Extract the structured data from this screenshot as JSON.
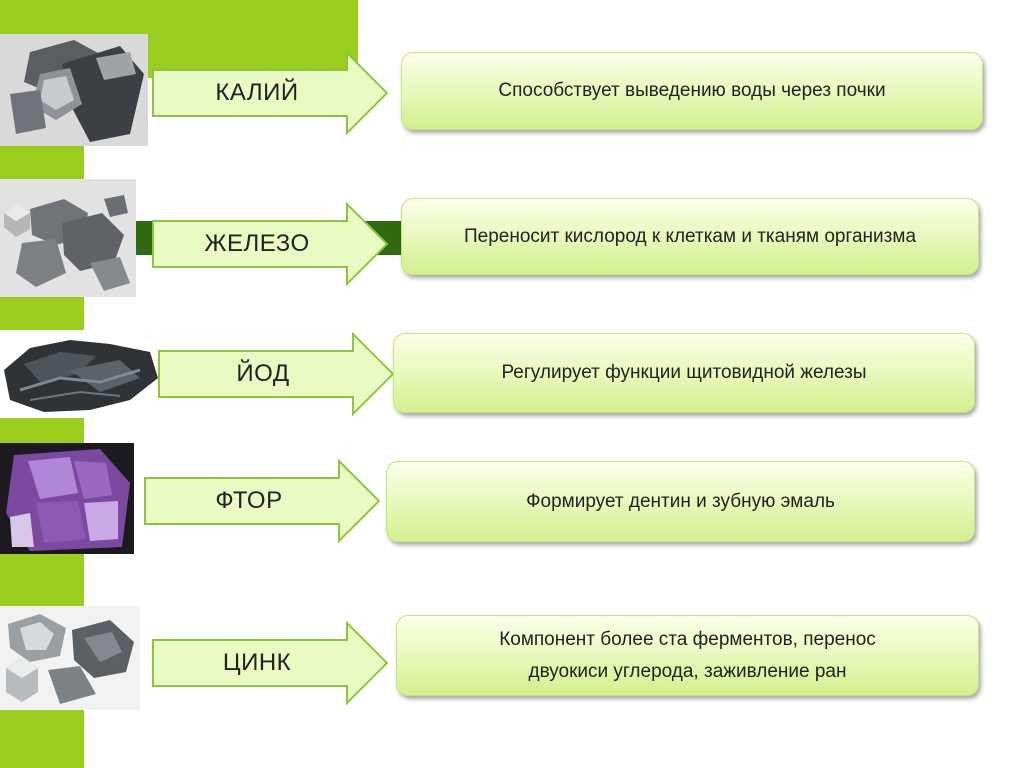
{
  "rows": [
    {
      "element": "КАЛИЙ",
      "description": "Способствует выведению воды через почки",
      "image_icon": "potassium-sample-image"
    },
    {
      "element": "ЖЕЛЕЗО",
      "description": "Переносит кислород к клеткам и тканям организма",
      "image_icon": "iron-sample-image"
    },
    {
      "element": "ЙОД",
      "description": "Регулирует функции щитовидной железы",
      "image_icon": "iodine-sample-image"
    },
    {
      "element": "ФТОР",
      "description": "Формирует дентин и зубную эмаль",
      "image_icon": "fluorite-sample-image"
    },
    {
      "element": "ЦИНК",
      "description": "Компонент более ста ферментов, перенос\nдвуокиси углерода, заживление ран",
      "image_icon": "zinc-sample-image"
    }
  ],
  "colors": {
    "accent_green": "#9acd1d",
    "dark_green": "#2f6a10",
    "arrow_fill": "#e9fbc3",
    "box_fill_top": "#fbffe9",
    "box_fill_bottom": "#d3f08e"
  }
}
